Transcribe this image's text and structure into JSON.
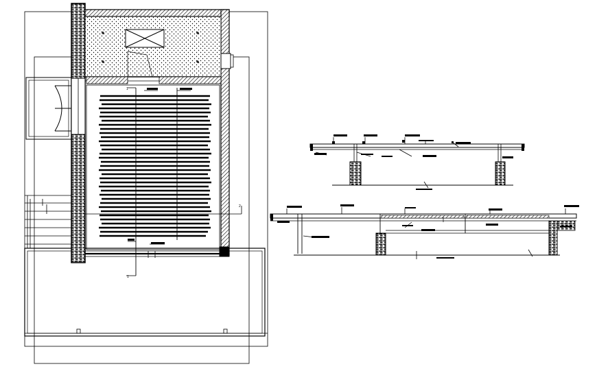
{
  "drawing": {
    "plan_callouts": [
      "1",
      "1",
      "2"
    ],
    "colors": {
      "line": "#000000",
      "background": "#ffffff"
    }
  }
}
